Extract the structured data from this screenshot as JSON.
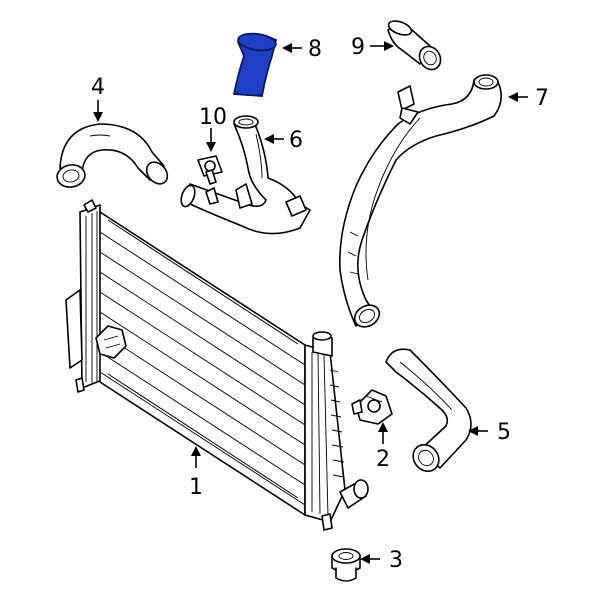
{
  "colors": {
    "highlight": "#1f3fc4",
    "line": "#000000",
    "background": "#ffffff"
  },
  "callouts": {
    "c1": "1",
    "c2": "2",
    "c3": "3",
    "c4": "4",
    "c5": "5",
    "c6": "6",
    "c7": "7",
    "c8": "8",
    "c9": "9",
    "c10": "10"
  }
}
